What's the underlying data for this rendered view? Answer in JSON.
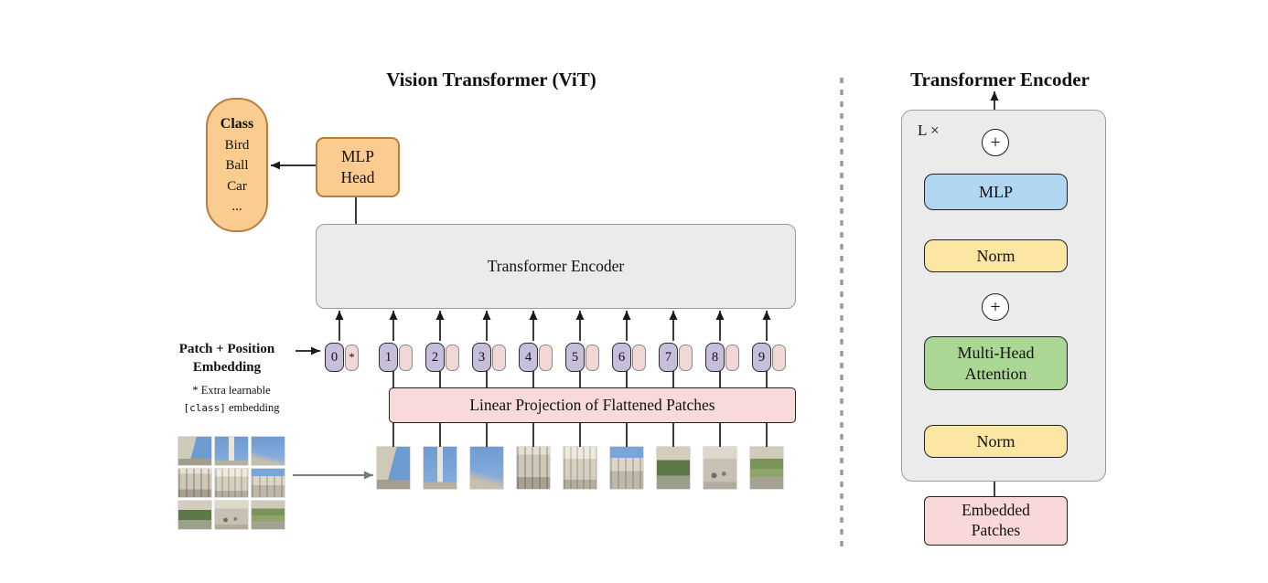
{
  "left_panel": {
    "title": "Vision Transformer (ViT)",
    "class_pill": {
      "header": "Class",
      "items": [
        "Bird",
        "Ball",
        "Car",
        "..."
      ]
    },
    "mlp_head_label": "MLP\nHead",
    "encoder_label": "Transformer Encoder",
    "patch_position_label": "Patch + Position\nEmbedding",
    "note": {
      "line1": "* Extra learnable",
      "code": "[class]",
      "suffix": " embedding"
    },
    "linear_projection_label": "Linear Projection of Flattened Patches",
    "tokens": [
      {
        "num": "0",
        "patch": "*"
      },
      {
        "num": "1",
        "patch": ""
      },
      {
        "num": "2",
        "patch": ""
      },
      {
        "num": "3",
        "patch": ""
      },
      {
        "num": "4",
        "patch": ""
      },
      {
        "num": "5",
        "patch": ""
      },
      {
        "num": "6",
        "patch": ""
      },
      {
        "num": "7",
        "patch": ""
      },
      {
        "num": "8",
        "patch": ""
      },
      {
        "num": "9",
        "patch": ""
      }
    ]
  },
  "right_panel": {
    "title": "Transformer Encoder",
    "loop_label": "L ×",
    "plus": "+",
    "mlp_label": "MLP",
    "norm_top_label": "Norm",
    "mha_label": "Multi-Head\nAttention",
    "norm_bottom_label": "Norm",
    "embedded_patches_label": "Embedded\nPatches"
  },
  "colors": {
    "orange": "#FBCC90",
    "gray_box": "#EBEBEB",
    "purple_token": "#C6BEDA",
    "pink": "#F8DADA",
    "yellow_norm": "#FBE7A3",
    "green_attention": "#ABD795",
    "blue_mlp": "#B1D6F2"
  }
}
